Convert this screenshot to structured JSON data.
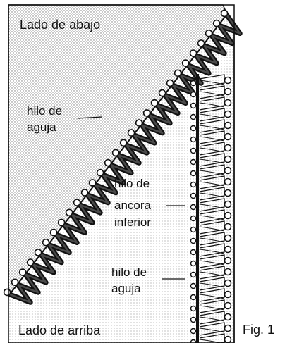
{
  "figure": {
    "labels": {
      "bottom_side": "Lado de abajo",
      "top_side": "Lado de arriba",
      "needle_thread_1_line1": "hilo de",
      "needle_thread_1_line2": "aguja",
      "lower_anchor_line1": "hilo de",
      "lower_anchor_line2": "ancora",
      "lower_anchor_line3": "inferior",
      "needle_thread_2_line1": "hilo de",
      "needle_thread_2_line2": "aguja",
      "fig_number": "Fig. 1"
    }
  }
}
